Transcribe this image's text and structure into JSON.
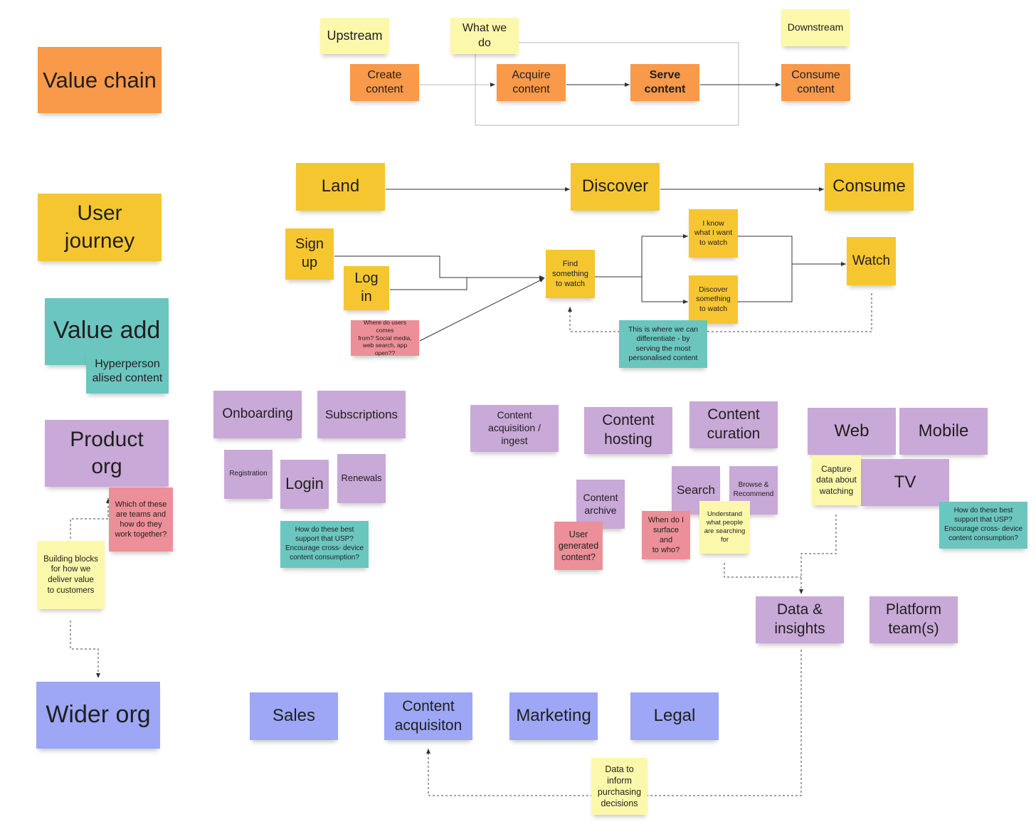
{
  "notes": {
    "value_chain": "Value chain",
    "user_journey": "User\njourney",
    "value_add": "Value add",
    "hyperpersonalised": "Hyperperson\nalised content",
    "product_org": "Product\norg",
    "which_teams": "Which of these\nare teams and\nhow do they\nwork together?",
    "building_blocks": "Building blocks\nfor how we\ndeliver value\nto customers",
    "wider_org": "Wider org",
    "upstream": "Upstream",
    "what_we_do": "What we\ndo",
    "downstream": "Downstream",
    "create_content": "Create\ncontent",
    "acquire_content": "Acquire\ncontent",
    "serve_content": "Serve\ncontent",
    "consume_content": "Consume\ncontent",
    "land": "Land",
    "discover": "Discover",
    "consume": "Consume",
    "sign_up": "Sign\nup",
    "log_in": "Log\nin",
    "where_users": "Where do users comes\nfrom? Social media,\nweb search, app\nopen??",
    "find_something": "Find\nsomething\nto watch",
    "i_know": "I know\nwhat I want\nto watch",
    "discover_something": "Discover\nsomething\nto watch",
    "watch": "Watch",
    "differentiate": "This is where we can\ndifferentiate - by\nserving the most\npersonalised content",
    "onboarding": "Onboarding",
    "subscriptions": "Subscriptions",
    "registration": "Registration",
    "login": "Login",
    "renewals": "Renewals",
    "usp_question_left": "How do these best\nsupport that USP?\nEncourage cross- device\ncontent consumption?",
    "content_acquisition_ingest": "Content\nacquisition /\ningest",
    "content_hosting": "Content\nhosting",
    "content_curation": "Content\ncuration",
    "content_archive": "Content\narchive",
    "user_generated": "User\ngenerated\ncontent?",
    "search": "Search",
    "browse_recommend": "Browse &\nRecommend",
    "when_surface": "When do I\nsurface and\nto who?",
    "understand_searching": "Understand\nwhat people\nare searching\nfor",
    "web": "Web",
    "mobile": "Mobile",
    "tv": "TV",
    "capture_data": "Capture\ndata about\nwatching",
    "usp_question_right": "How do these best\nsupport that USP?\nEncourage cross- device\ncontent consumption?",
    "data_insights": "Data &\ninsights",
    "platform_teams": "Platform\nteam(s)",
    "sales": "Sales",
    "content_acquisiton": "Content\nacquisiton",
    "marketing": "Marketing",
    "legal": "Legal",
    "data_to_inform": "Data to\ninform\npurchasing\ndecisions"
  },
  "colors": {
    "orange": "#f9994a",
    "amber": "#f6c631",
    "pale_yellow": "#fcf8ab",
    "teal": "#6bc6c0",
    "purple": "#c9a9d7",
    "pink": "#ed8f98",
    "blue": "#9da7f6",
    "connector": "#333333"
  }
}
